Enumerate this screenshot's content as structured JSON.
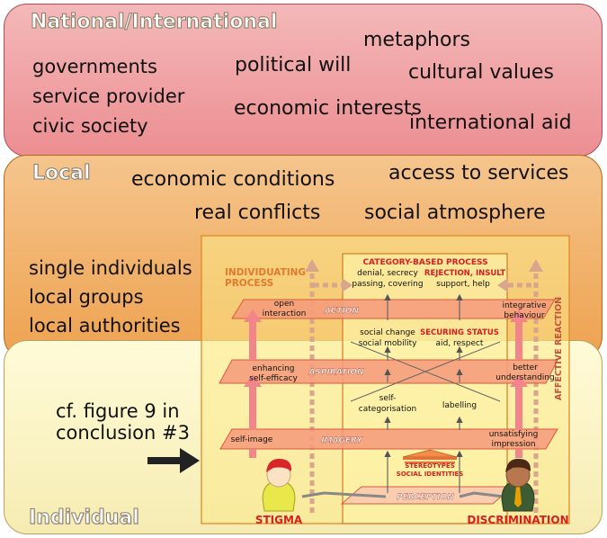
{
  "national": {
    "title": "National/International",
    "factors": {
      "metaphors": "metaphors",
      "governments": "governments",
      "political_will": "political will",
      "cultural_values": "cultural values",
      "service_provider": "service provider",
      "civic_society": "civic society",
      "economic_interests": "economic interests",
      "international_aid": "international aid"
    }
  },
  "local": {
    "title": "Local",
    "factors": {
      "economic_conditions": "economic conditions",
      "access_to_services": "access to services",
      "real_conflicts": "real conflicts",
      "social_atmosphere": "social atmosphere",
      "single_individuals": "single individuals",
      "local_groups": "local groups",
      "local_authorities": "local authorities"
    }
  },
  "individual": {
    "title": "Individual",
    "note": "cf. figure 9 in\nconclusion #3"
  },
  "model": {
    "category_process": "CATEGORY-BASED PROCESS",
    "individuating_process_1": "INDIVIDUATING",
    "individuating_process_2": "PROCESS",
    "affective_reaction": "AFFECTIVE REACTION",
    "planes": {
      "action": "ACTION",
      "aspiration": "ASPIRATION",
      "imagery": "IMAGERY",
      "perception": "PERCEPTION"
    },
    "cells": {
      "denial_1": "denial, secrecy",
      "denial_2": "passing, covering",
      "rejection_title": "REJECTION, INSULT",
      "rejection_2": "support, help",
      "open_1": "open",
      "open_2": "interaction",
      "integrative_1": "integrative",
      "integrative_2": "behaviour",
      "social_change_1": "social change",
      "social_change_2": "social mobility",
      "securing_title": "SECURING STATUS",
      "securing_2": "aid, respect",
      "enhancing_1": "enhancing",
      "enhancing_2": "self-efficacy",
      "better_1": "better",
      "better_2": "understanding",
      "selfcat_1": "self-",
      "selfcat_2": "categorisation",
      "labelling": "labelling",
      "self_image": "self-image",
      "unsatisfying_1": "unsatisfying",
      "unsatisfying_2": "impression",
      "stereotypes": "STEREOTYPES",
      "social_identities": "SOCIAL IDENTITIES"
    },
    "stigma": "STIGMA",
    "discrimination": "DISCRIMINATION"
  },
  "colors": {
    "national_fill": "#ec8e92",
    "local_fill": "#eea24f",
    "individual_fill": "#f6ecb2",
    "plane_fill": "#f5a07e",
    "label_red": "#d42020",
    "title_orange": "#e07b2d"
  }
}
